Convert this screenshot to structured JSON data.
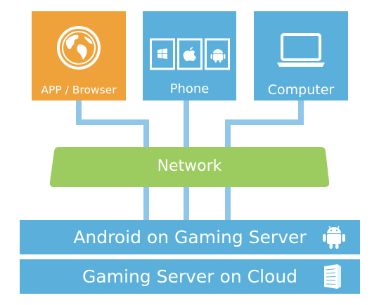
{
  "colors": {
    "orange": "#f0a23a",
    "blue": "#5ab0db",
    "connector": "#8fc6e9",
    "green": "#9ccb5f",
    "white": "#ffffff"
  },
  "clients": {
    "app": {
      "label": "APP / Browser",
      "icon": "globe-icon"
    },
    "phone": {
      "label": "Phone",
      "icons": [
        "windows-icon",
        "apple-icon",
        "android-icon"
      ]
    },
    "computer": {
      "label": "Computer",
      "icon": "laptop-icon"
    }
  },
  "network": {
    "label": "Network"
  },
  "layers": {
    "android": {
      "label": "Android on Gaming Server",
      "icon": "android-robot-icon"
    },
    "cloud": {
      "label": "Gaming Server on Cloud",
      "icon": "server-icon"
    }
  }
}
